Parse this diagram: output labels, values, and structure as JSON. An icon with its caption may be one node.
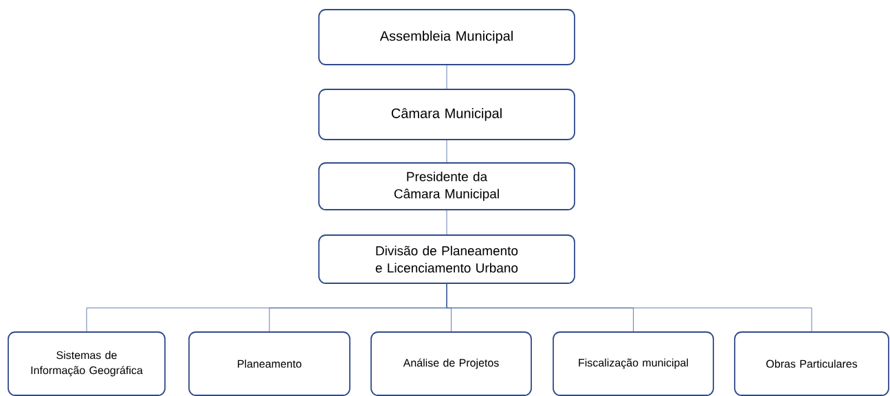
{
  "diagram": {
    "nodes": [
      {
        "text": [
          "Assembleia Municipal"
        ]
      },
      {
        "text": [
          "Câmara Municipal"
        ]
      },
      {
        "text": [
          "Presidente da Câmara Municipal"
        ]
      },
      {
        "text": [
          "Divisão de Planeamento e Licenciamento Urbano"
        ]
      },
      {
        "text": [
          "Sistemas de Informação Geográfica"
        ]
      },
      {
        "text": [
          "Planeamento"
        ]
      },
      {
        "text": [
          "Análise de Projetos"
        ]
      },
      {
        "text": [
          "Fiscalização municipal"
        ]
      },
      {
        "text": [
          "Obras Particulares"
        ]
      }
    ],
    "edges": [
      {
        "from": 0,
        "to": 1,
        "arrow": "none"
      },
      {
        "from": 1,
        "to": 2,
        "arrow": "none"
      },
      {
        "from": 2,
        "to": 3,
        "arrow": "none"
      },
      {
        "from": 3,
        "to": 4,
        "arrow": "none"
      },
      {
        "from": 3,
        "to": 5,
        "arrow": "none"
      },
      {
        "from": 3,
        "to": 6,
        "arrow": "none"
      },
      {
        "from": 3,
        "to": 7,
        "arrow": "none"
      },
      {
        "from": 3,
        "to": 8,
        "arrow": "none"
      }
    ]
  }
}
